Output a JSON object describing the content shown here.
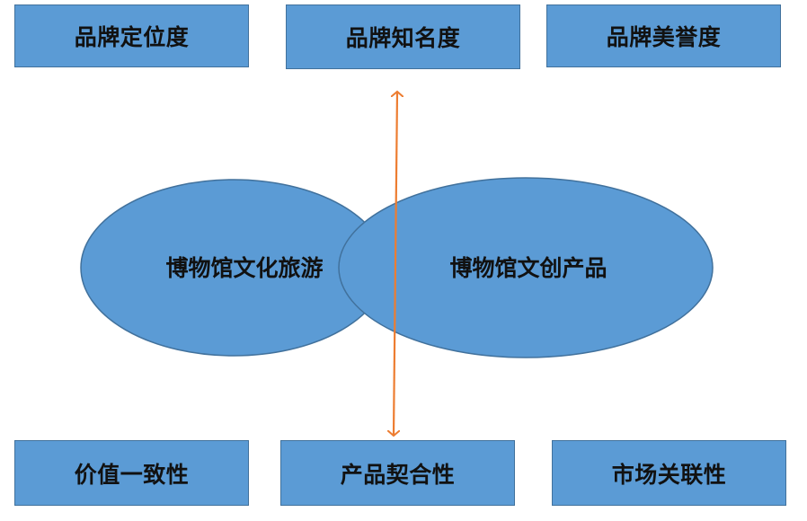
{
  "top_boxes": {
    "positioning": "品牌定位度",
    "awareness": "品牌知名度",
    "reputation": "品牌美誉度"
  },
  "ellipses": {
    "tourism": "博物馆文化旅游",
    "products": "博物馆文创产品"
  },
  "bottom_boxes": {
    "value": "价值一致性",
    "fit": "产品契合性",
    "market": "市场关联性"
  },
  "colors": {
    "box_fill": "#5b9bd5",
    "box_border": "#41719c",
    "ellipse_fill": "#5b9bd5",
    "arrow": "#ed7d31"
  }
}
